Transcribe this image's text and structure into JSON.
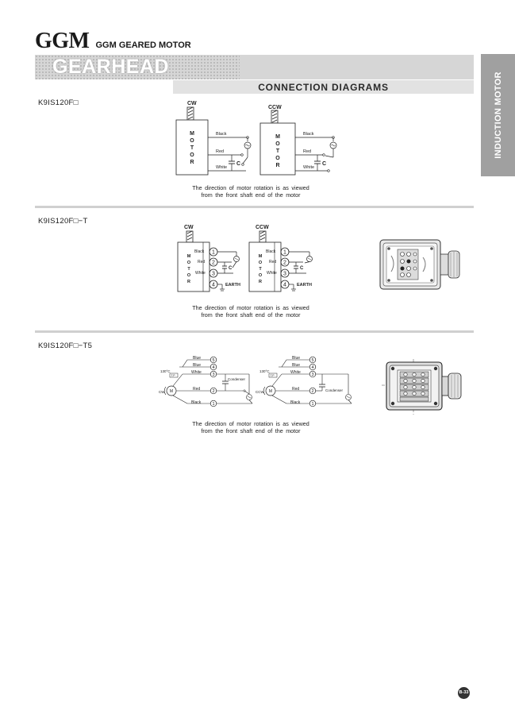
{
  "brand": {
    "logo": "GGM",
    "subtitle": "GGM GEARED MOTOR"
  },
  "banner": {
    "title": "GEARHEAD"
  },
  "side_tab": {
    "label": "INDUCTION MOTOR"
  },
  "section": {
    "title": "CONNECTION DIAGRAMS"
  },
  "rotation_note": {
    "line1": "The direction of motor rotation is as viewed",
    "line2": "from the front shaft end of the motor"
  },
  "diagram1": {
    "model": "K9IS120F□",
    "cw_label": "CW",
    "ccw_label": "CCW",
    "motor_letters": [
      "M",
      "O",
      "T",
      "O",
      "R"
    ],
    "wires": {
      "black": "Black",
      "red": "Red",
      "white": "White"
    },
    "capacitor": "C"
  },
  "diagram2": {
    "model": "K9IS120F□−T",
    "cw_label": "CW",
    "ccw_label": "CCW",
    "motor_letters": [
      "M",
      "O",
      "T",
      "O",
      "R"
    ],
    "wires": {
      "black": "Black",
      "red": "Red",
      "white": "White"
    },
    "terminals": [
      "1",
      "2",
      "3",
      "4"
    ],
    "capacitor": "C",
    "earth": "EARTH"
  },
  "diagram3": {
    "model": "K9IS120F□−T5",
    "wires": {
      "blue": "Blue",
      "white": "White",
      "red": "Red",
      "black": "Black"
    },
    "terminals": [
      "5",
      "4",
      "3",
      "2",
      "1"
    ],
    "temp": "130°C",
    "tp": "T.P",
    "condenser": "Condenser",
    "cw_label": "CW",
    "ccw_label": "CCW",
    "motor_symbol": "M"
  },
  "page_number": "B-33"
}
